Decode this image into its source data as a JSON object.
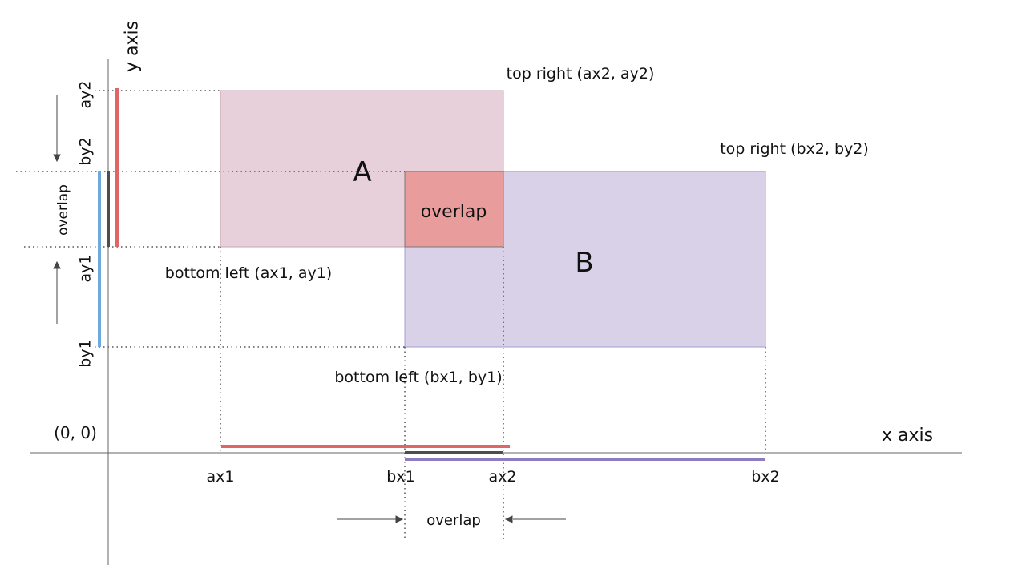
{
  "colors": {
    "rect_a_fill": "#e8d0da",
    "rect_a_stroke": "#c9a3b3",
    "rect_b_fill": "#d9d1e8",
    "rect_b_stroke": "#a99bd0",
    "overlap_fill": "#e89c9b",
    "red_bar": "#e06666",
    "blue_bar": "#6fa8dc",
    "purple_bar": "#8e7cc3",
    "dark_bar": "#4d4d4d",
    "axis": "#666666",
    "guide": "#555555"
  },
  "labels": {
    "y_axis": "y axis",
    "x_axis": "x axis",
    "origin": "(0, 0)",
    "rect_a": "A",
    "rect_b": "B",
    "overlap_region": "overlap",
    "overlap_x": "overlap",
    "overlap_y": "overlap",
    "a_top_right": "top right (ax2, ay2)",
    "b_top_right": "top right (bx2, by2)",
    "a_bottom_left": "bottom left (ax1, ay1)",
    "b_bottom_left": "bottom left (bx1, by1)",
    "ax1": "ax1",
    "bx1": "bx1",
    "ax2": "ax2",
    "bx2": "bx2",
    "ay2": "ay2",
    "by2": "by2",
    "ay1": "ay1",
    "by1": "by1"
  }
}
